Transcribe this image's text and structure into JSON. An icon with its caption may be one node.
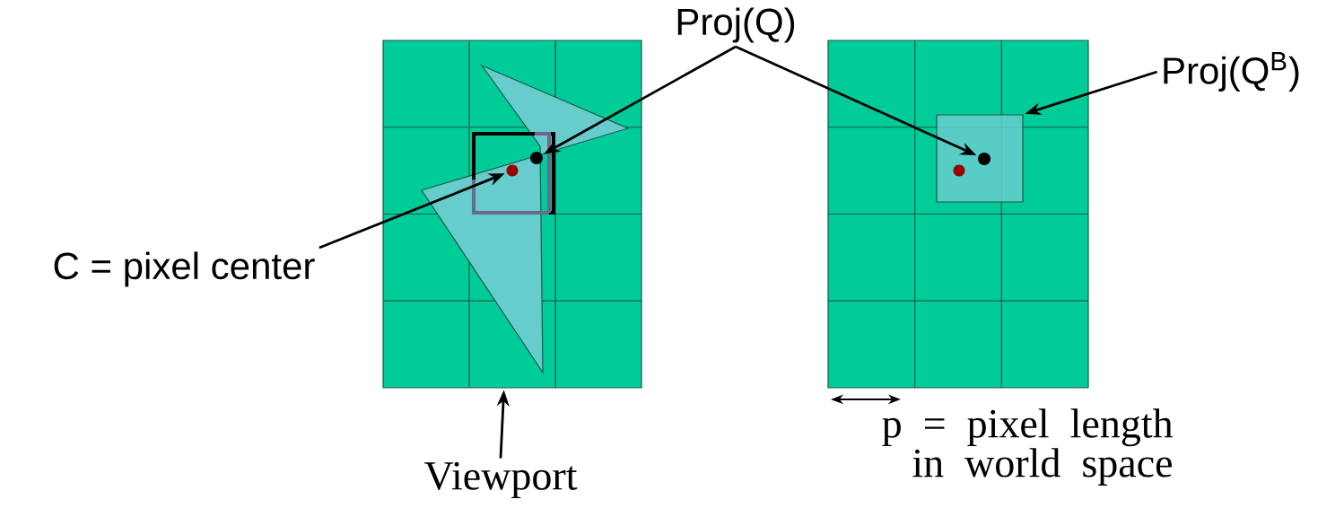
{
  "diagram": {
    "nodes": [
      {
        "text": [
          "C = pixel center"
        ]
      },
      {
        "text": [
          "Proj(Q)"
        ]
      },
      {
        "text": [
          "Proj(Q$^{B}$)"
        ]
      },
      {
        "text": [
          "Viewport"
        ]
      },
      {
        "text": [],
        "shape": "box"
      },
      {
        "text": [],
        "shape": "circle",
        "in": 4
      },
      {
        "text": [],
        "shape": "circle",
        "in": 4
      },
      {
        "text": [],
        "shape": "box"
      },
      {
        "text": [],
        "shape": "box",
        "in": 7
      },
      {
        "text": [],
        "shape": "circle",
        "in": 8
      },
      {
        "text": [],
        "shape": "circle",
        "in": 8
      }
    ],
    "edges": [
      {
        "from": 0,
        "to": 5,
        "arrow": "to"
      },
      {
        "from": 1,
        "to": 6,
        "arrow": "to"
      },
      {
        "from": 1,
        "to": 10,
        "arrow": "to"
      },
      {
        "from": 2,
        "to": 8,
        "arrow": "to"
      },
      {
        "from": 3,
        "to": 4,
        "arrow": "to"
      }
    ],
    "labels": [
      "p = pixel length in world space"
    ]
  }
}
